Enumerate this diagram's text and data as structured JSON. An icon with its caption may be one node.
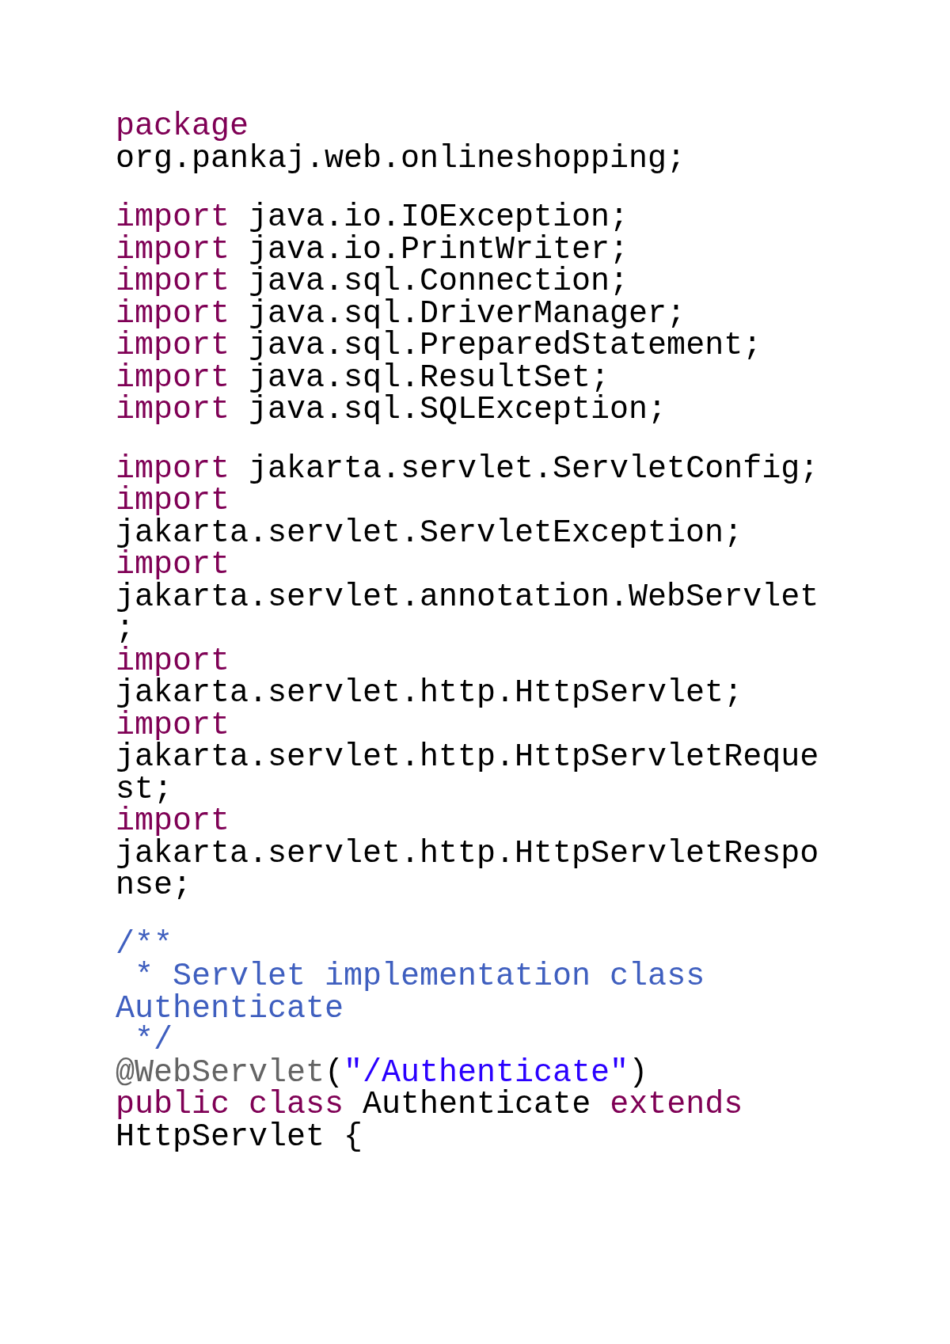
{
  "diagram": {
    "labels": [
      "package org.pankaj.web.onlineshopping;",
      "import java.io.IOException;",
      "import java.io.PrintWriter;",
      "import java.sql.Connection;",
      "import java.sql.DriverManager;",
      "import java.sql.PreparedStatement;",
      "import java.sql.ResultSet;",
      "import java.sql.SQLException;",
      "import jakarta.servlet.ServletConfig;",
      "import jakarta.servlet.ServletException;",
      "import jakarta.servlet.annotation.WebServlet;",
      "import jakarta.servlet.http.HttpServlet;",
      "import jakarta.servlet.http.HttpServletRequest;",
      "import jakarta.servlet.http.HttpServletResponse;",
      "/**",
      " * Servlet implementation class Authenticate",
      " */",
      "@WebServlet(\"/Authenticate\")",
      "public class Authenticate extends HttpServlet {"
    ]
  }
}
